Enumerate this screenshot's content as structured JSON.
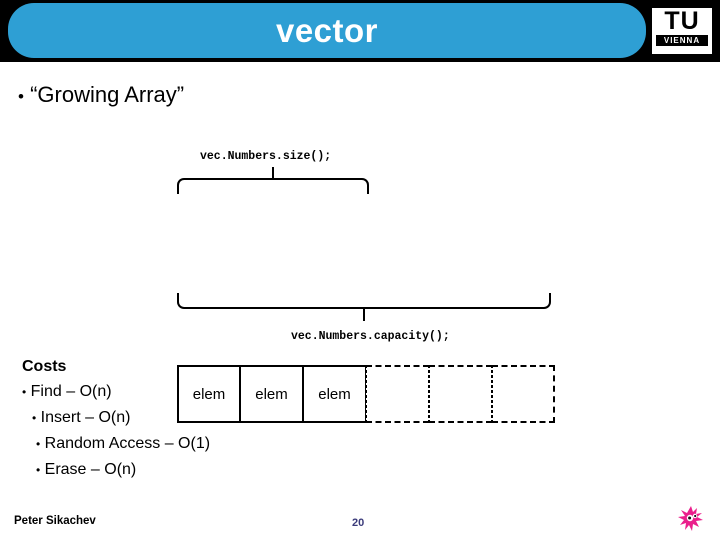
{
  "header": {
    "title": "vector",
    "logo_tu": "TU",
    "logo_sub": "VIENNA",
    "band_color": "#2e9fd4",
    "bar_color": "#000000"
  },
  "slide": {
    "bullet": "•",
    "heading": "“Growing Array”"
  },
  "diagram": {
    "size_label": "vec.Numbers.size();",
    "capacity_label": "vec.Numbers.capacity();",
    "cells": [
      {
        "label": "elem",
        "state": "filled"
      },
      {
        "label": "elem",
        "state": "filled"
      },
      {
        "label": "elem",
        "state": "filled"
      },
      {
        "label": "",
        "state": "empty"
      },
      {
        "label": "",
        "state": "empty"
      },
      {
        "label": "",
        "state": "empty"
      }
    ]
  },
  "costs": {
    "title": "Costs",
    "items": [
      {
        "bullet": "•",
        "text": "Find – O(n)"
      },
      {
        "bullet": "•",
        "text": "Insert – O(n)"
      },
      {
        "bullet": "•",
        "text": "Random Access – O(1)"
      },
      {
        "bullet": "•",
        "text": "Erase – O(n)"
      }
    ]
  },
  "footer": {
    "author": "Peter Sikachev",
    "page_number": "20"
  }
}
